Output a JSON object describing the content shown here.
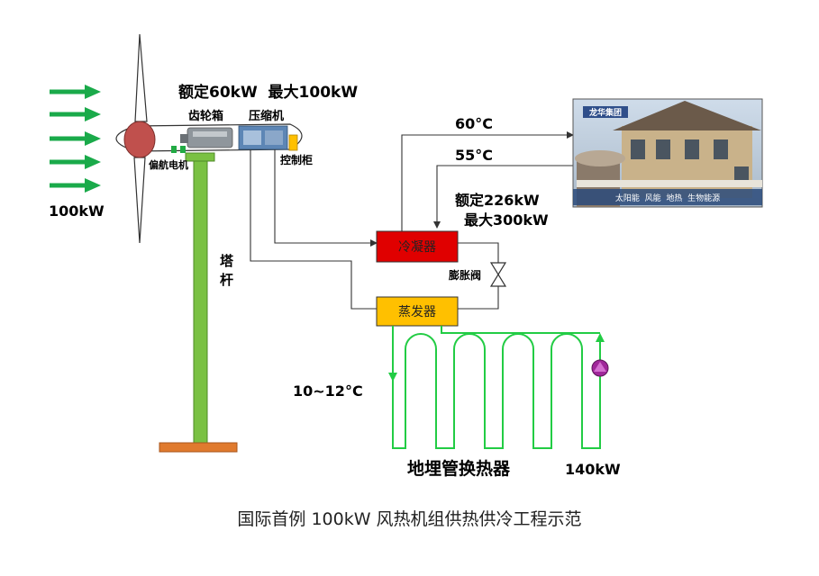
{
  "wind_input": {
    "label": "100kW"
  },
  "turbine": {
    "rating": "额定60kW  最大100kW",
    "gearbox_label": "齿轮箱",
    "compressor_label": "压缩机",
    "yaw_motor_label": "偏航电机",
    "control_cabinet_label": "控制柜",
    "tower_label_1": "塔",
    "tower_label_2": "杆"
  },
  "heat_pump": {
    "condenser_label": "冷凝器",
    "evaporator_label": "蒸发器",
    "expansion_valve_label": "膨胀阀",
    "supply_temp": "60°C",
    "return_temp": "55°C",
    "heating_rating_1": "额定226kW",
    "heating_rating_2": "最大300kW"
  },
  "ground": {
    "temp": "10~12°C",
    "label": "地埋管换热器",
    "power": "140kW"
  },
  "photo": {
    "logo_text": "龙华集团",
    "banner_text": "太阳能  风能  地热  生物能源"
  },
  "caption": "国际首例 100kW 风热机组供热供冷工程示范",
  "colors": {
    "wind_arrow": "#1aaa4a",
    "tower": "#7ac143",
    "base": "#e07a2e",
    "condenser": "#e00000",
    "evaporator": "#ffc000",
    "ground_loop": "#22cc44",
    "hub": "#c0504d",
    "pump": "#a0279a"
  }
}
